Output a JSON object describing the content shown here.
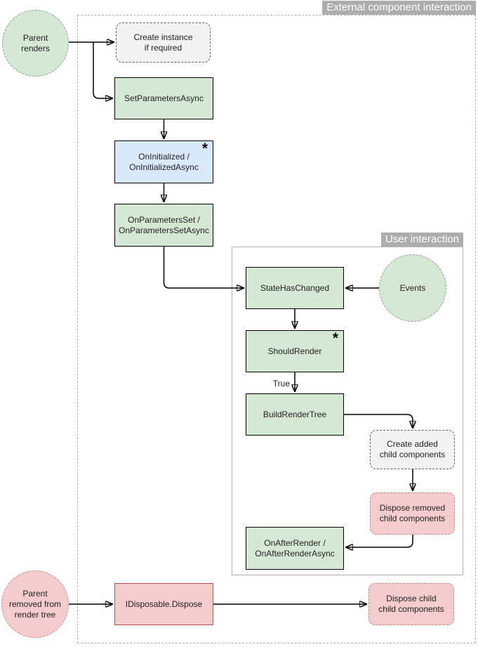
{
  "colors": {
    "green_fill": "#d5e8d4",
    "blue_fill": "#dae8fc",
    "grey_fill": "#f2f2f2",
    "pink_fill": "#f4cccc",
    "dark_border": "#000000",
    "grey_border": "#666666",
    "pink_border": "#b85450",
    "pink_dashed_border": "#c98a8a",
    "circle_border": "#999999",
    "group_border": "#b3b3b3",
    "label_bg": "#adadad",
    "arrow": "#000000"
  },
  "groups": {
    "external_component_interaction": {
      "label": "External component interaction"
    },
    "user_interaction": {
      "label": "User interaction"
    }
  },
  "nodes": {
    "parent_renders": {
      "label": "Parent\nrenders"
    },
    "create_instance": {
      "label": "Create instance\nif required"
    },
    "set_parameters_async": {
      "label": "SetParametersAsync"
    },
    "on_initialized": {
      "label": "OnInitialized /\nOnInitializedAsync",
      "asterisk": "*"
    },
    "on_parameters_set": {
      "label": "OnParametersSet /\nOnParametersSetAsync"
    },
    "state_has_changed": {
      "label": "StateHasChanged"
    },
    "events": {
      "label": "Events"
    },
    "should_render": {
      "label": "ShouldRender",
      "asterisk": "*"
    },
    "build_render_tree": {
      "label": "BuildRenderTree"
    },
    "create_added_children": {
      "label": "Create added\nchild components"
    },
    "dispose_removed_children": {
      "label": "Dispose removed\nchild components"
    },
    "on_after_render": {
      "label": "OnAfterRender /\nOnAfterRenderAsync"
    },
    "parent_removed": {
      "label": "Parent\nremoved from\nrender tree"
    },
    "idisposable_dispose": {
      "label": "IDisposable.Dispose"
    },
    "dispose_child_components": {
      "label": "Dispose child\nchild components"
    }
  },
  "edge_labels": {
    "should_render_true": "True"
  }
}
